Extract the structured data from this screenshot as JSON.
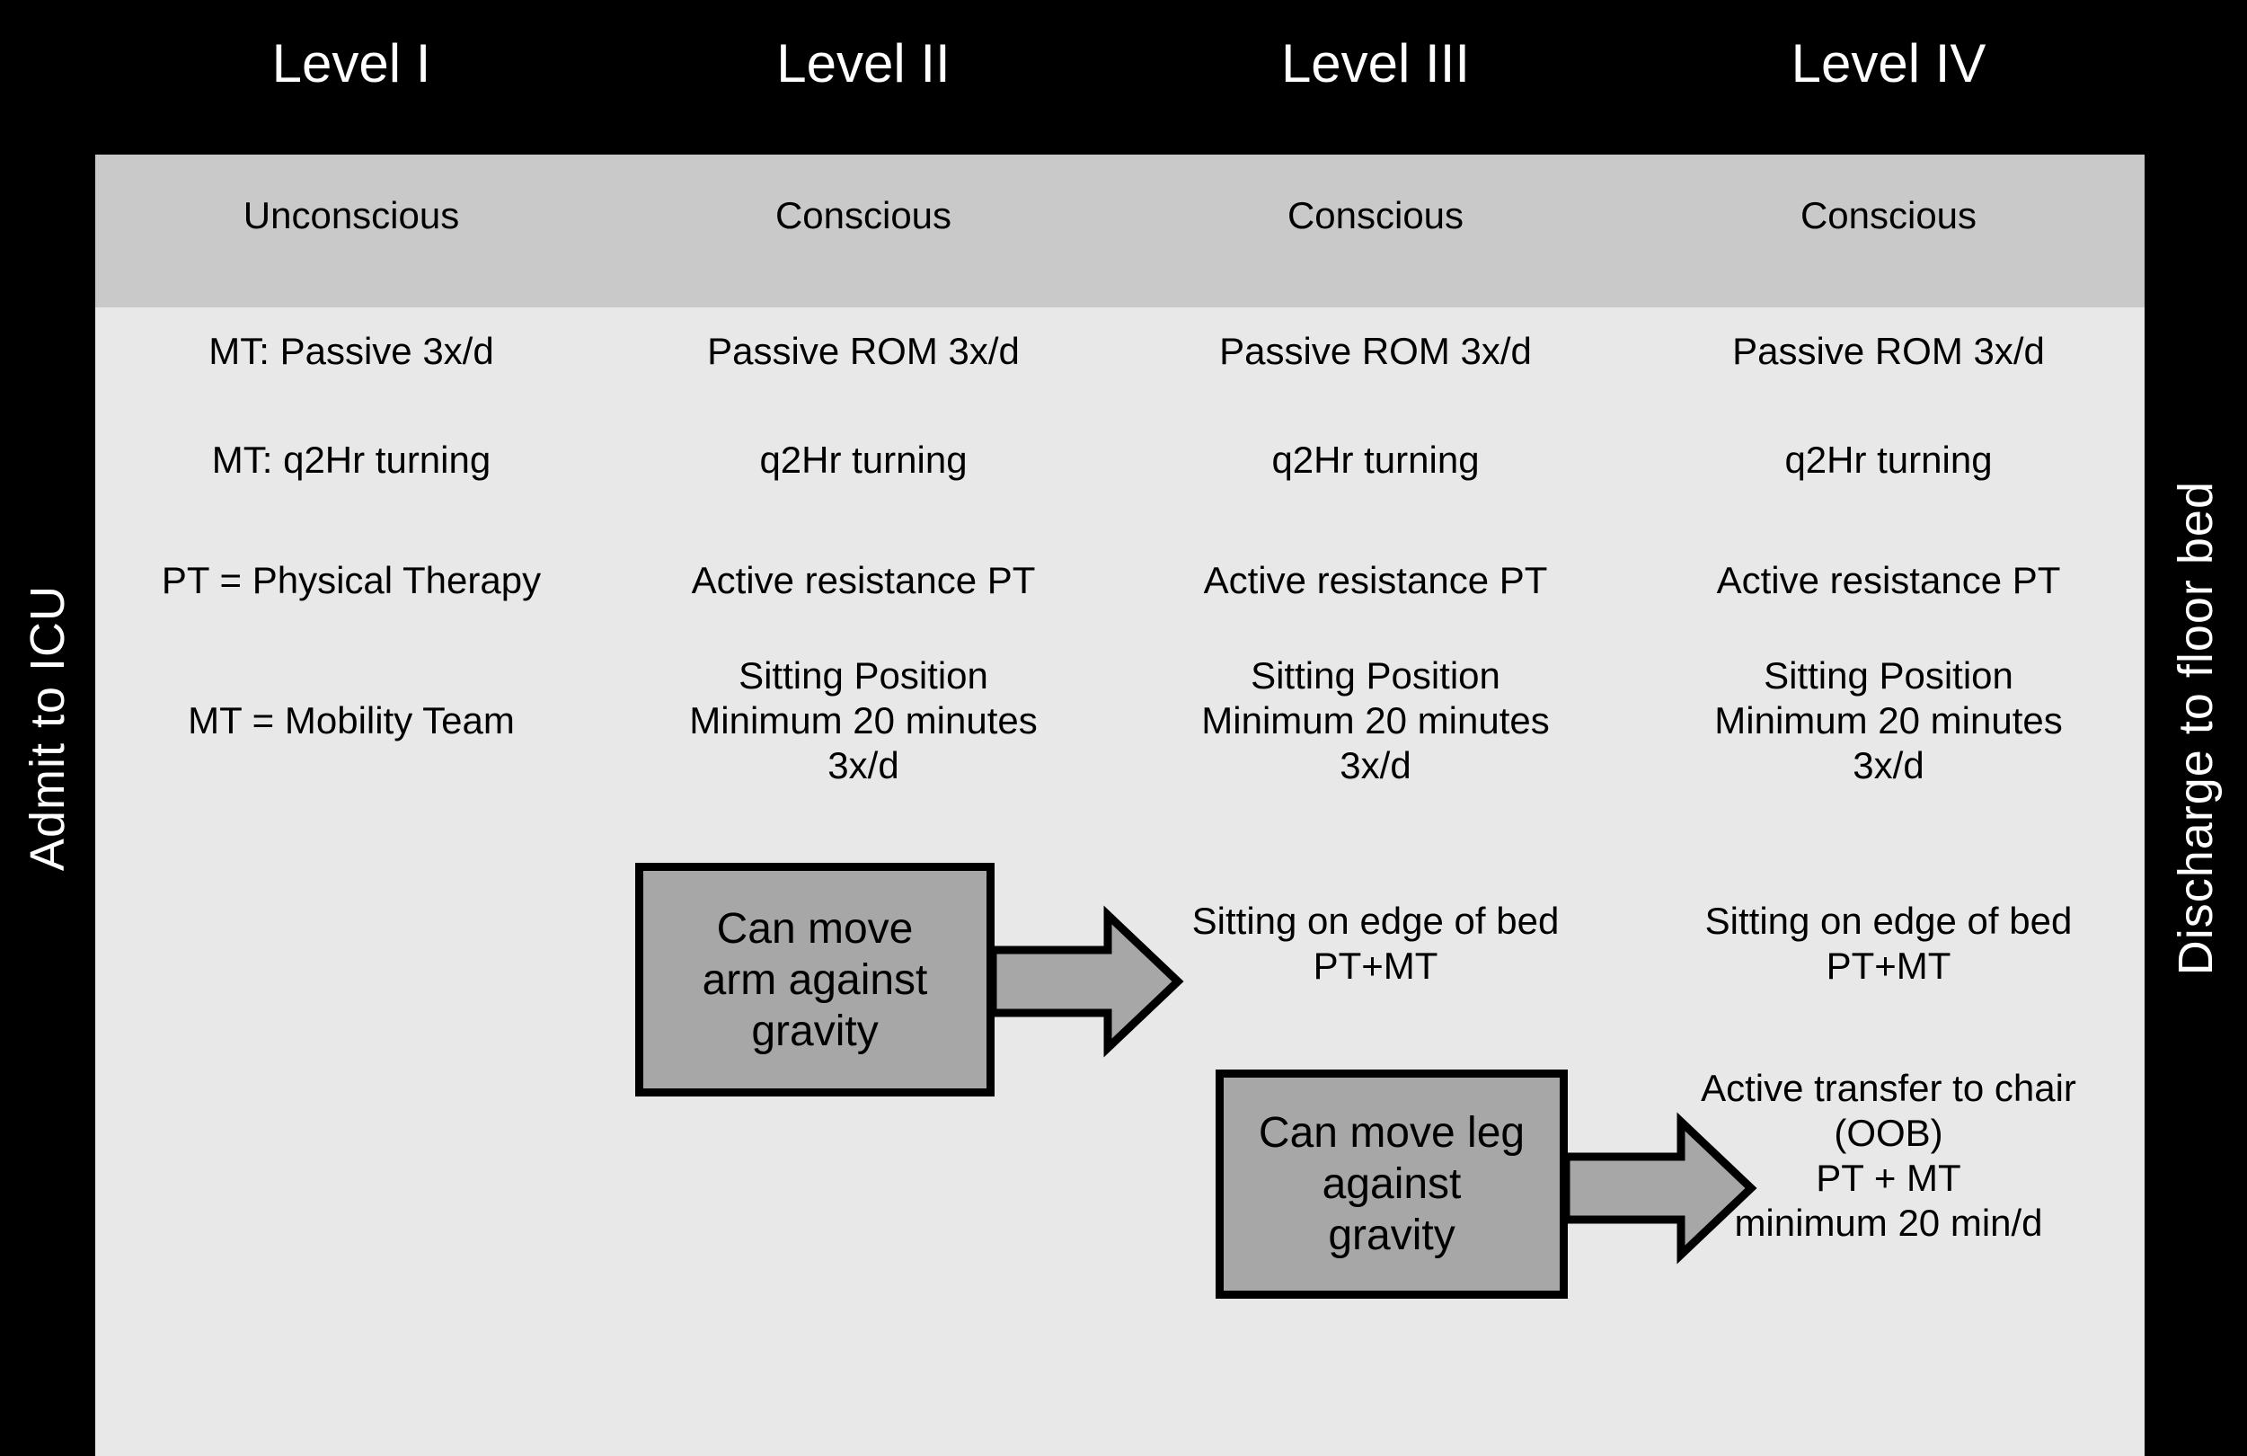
{
  "diagram": {
    "levels": [
      "Level I",
      "Level II",
      "Level III",
      "Level IV"
    ],
    "consciousness": [
      "Unconscious",
      "Conscious",
      "Conscious",
      "Conscious"
    ],
    "cells": {
      "l1r1": "MT: Passive 3x/d",
      "l1r2": "MT: q2Hr turning",
      "l1r3": "PT = Physical Therapy",
      "l1r4": "MT = Mobility Team",
      "l2r1": "Passive ROM 3x/d",
      "l2r2": "q2Hr turning",
      "l2r3": "Active resistance PT",
      "l2r4": "Sitting Position\nMinimum 20 minutes\n3x/d",
      "l3r1": "Passive ROM 3x/d",
      "l3r2": "q2Hr turning",
      "l3r3": "Active resistance PT",
      "l3r4": "Sitting Position\nMinimum 20 minutes\n3x/d",
      "l3r5": "Sitting on edge of bed\nPT+MT",
      "l4r1": "Passive ROM 3x/d",
      "l4r2": "q2Hr turning",
      "l4r3": "Active resistance PT",
      "l4r4": "Sitting Position\nMinimum 20 minutes\n3x/d",
      "l4r5": "Sitting on edge of bed\nPT+MT",
      "l4r6": "Active transfer to chair\n(OOB)\nPT + MT\nminimum 20 min/d"
    },
    "callouts": {
      "arm": "Can move\narm against\ngravity",
      "leg": "Can move leg\nagainst\ngravity"
    },
    "side_labels": {
      "left": "Admit to ICU",
      "right": "Discharge to floor bed"
    },
    "colors": {
      "background": "#000000",
      "header_band": "#c9c9c9",
      "panel": "#e8e8e8",
      "callout_fill": "#a7a7a7",
      "outline": "#000000",
      "text_dark": "#000000",
      "text_light": "#ffffff"
    }
  }
}
